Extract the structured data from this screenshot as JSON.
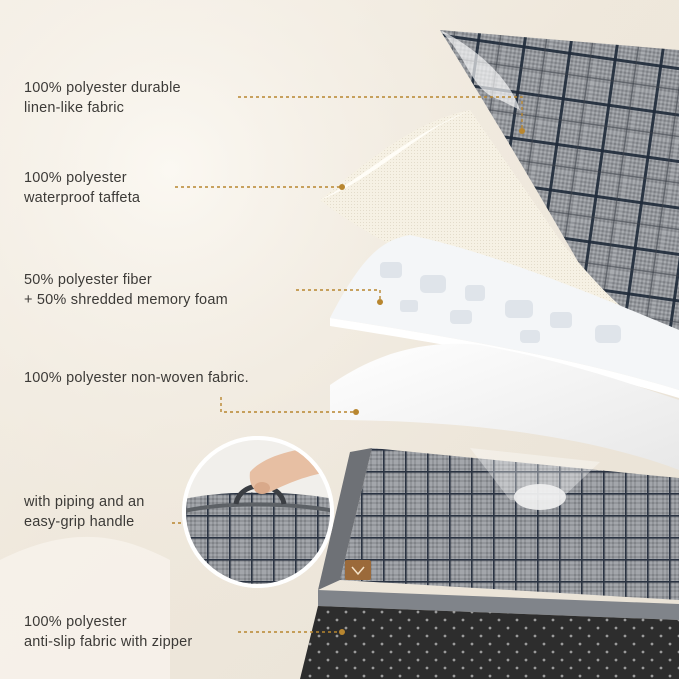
{
  "colors": {
    "accent_gold": "#b8862f",
    "text": "#3c3a37",
    "plaid_base": "#8c8f94",
    "plaid_dark": "#1f2a3a",
    "base_black": "#2b2b2b"
  },
  "callouts": [
    {
      "id": "fabric-top",
      "lines": [
        "100% polyester durable",
        "linen-like fabric"
      ]
    },
    {
      "id": "taffeta",
      "lines": [
        "100% polyester",
        "waterproof taffeta"
      ]
    },
    {
      "id": "filling",
      "lines": [
        "50% polyester fiber",
        "+ 50% shredded memory foam"
      ]
    },
    {
      "id": "nonwoven",
      "lines": [
        "100% polyester non-woven fabric."
      ]
    },
    {
      "id": "handle",
      "lines": [
        "with piping and an",
        "easy-grip handle"
      ]
    },
    {
      "id": "antislip",
      "lines": [
        "100% polyester",
        "anti-slip fabric with zipper"
      ]
    }
  ],
  "icons": {
    "brand_tag": "dog-tag-icon",
    "handle_hand": "hand-icon",
    "leader_dot": "dot-icon"
  }
}
